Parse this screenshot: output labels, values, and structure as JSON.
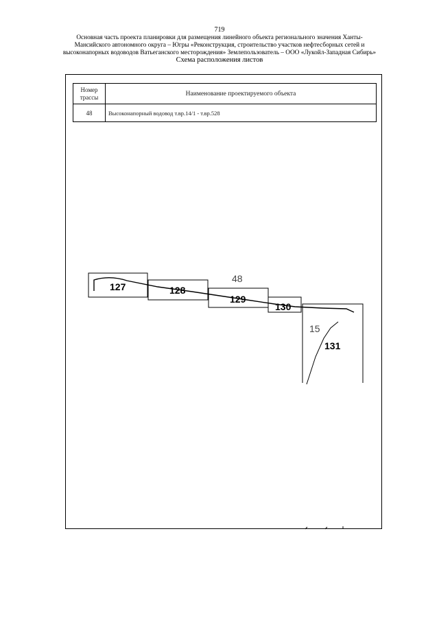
{
  "header": {
    "page_number": "719",
    "lines": [
      "Основная часть проекта планировки для размещения линейного объекта регионального значения Ханты-",
      "Мансийского автономного округа – Югры «Реконструкция, строительство участков нефтесборных сетей и",
      "высоконапорных водоводов Ватьеганского месторождения» Землепользователь – ООО «Лукойл-Западная Сибирь»"
    ],
    "scheme_title": "Схема расположения листов"
  },
  "table": {
    "headers": {
      "number": "Номер трассы",
      "name": "Наименование проектируемого объекта"
    },
    "rows": [
      {
        "number": "48",
        "name": "Высоконапорный водовод т.вр.14/1 - т.вр.528"
      }
    ]
  },
  "map": {
    "sheets": [
      "127",
      "128",
      "129",
      "130",
      "131"
    ],
    "route_labels": [
      "48",
      "15"
    ]
  }
}
